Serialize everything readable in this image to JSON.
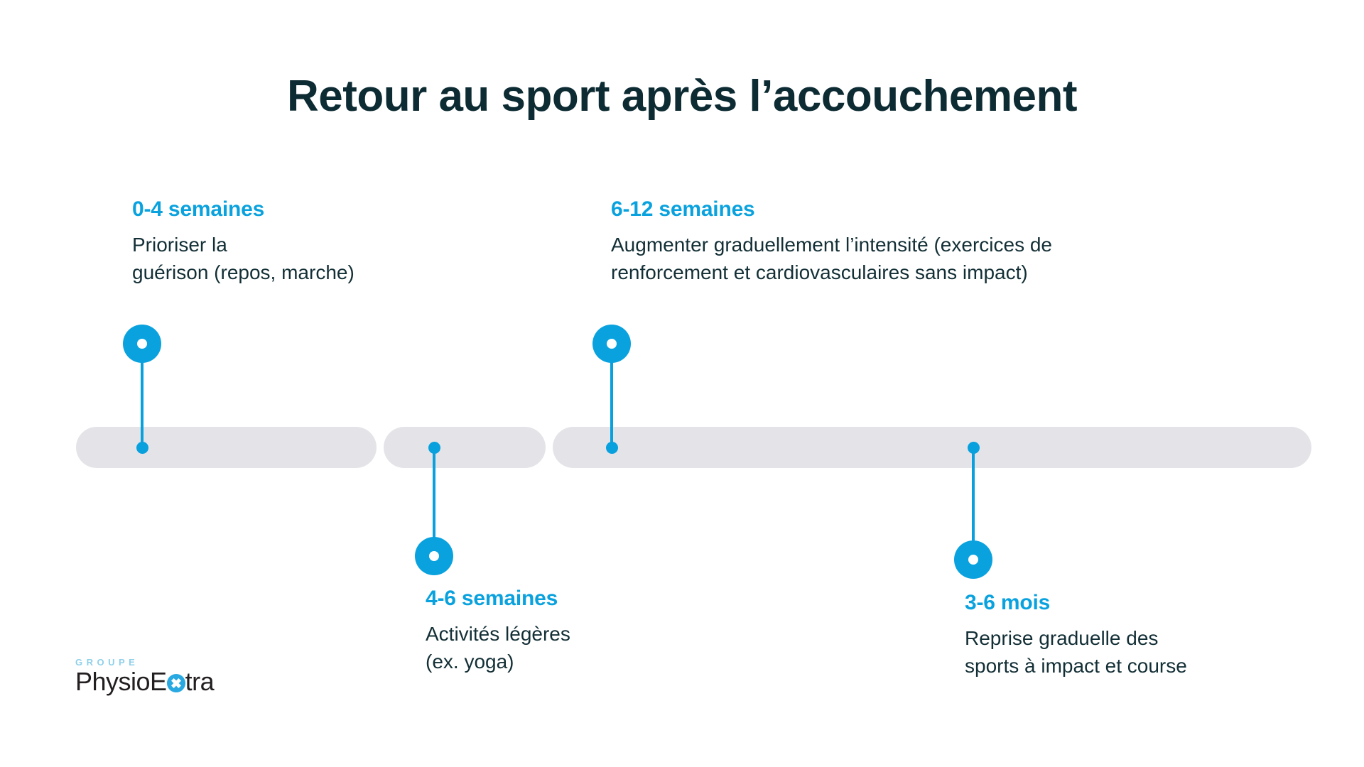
{
  "page": {
    "title": "Retour au sport après l’accouchement",
    "background_color": "#ffffff",
    "accent_color": "#0aa2de",
    "title_color": "#0d2b33",
    "body_text_color": "#132f36",
    "track_color": "#e4e3e8"
  },
  "milestones": [
    {
      "heading": "0-4 semaines",
      "description": "Prioriser la\nguérison (repos, marche)",
      "position": "above"
    },
    {
      "heading": "4-6 semaines",
      "description": "Activités légères\n(ex. yoga)",
      "position": "below"
    },
    {
      "heading": "6-12 semaines",
      "description": "Augmenter graduellement l’intensité (exercices de\nrenforcement et cardiovasculaires sans impact)",
      "position": "above"
    },
    {
      "heading": "3-6 mois",
      "description": "Reprise graduelle des\nsports à impact et course",
      "position": "below"
    }
  ],
  "logo": {
    "kicker": "GROUPE",
    "name_part_1": "PhysioE",
    "name_part_2": "tra",
    "mark_color": "#29a9e1",
    "kicker_color": "#8fd0ea",
    "word_color": "#231f20"
  }
}
